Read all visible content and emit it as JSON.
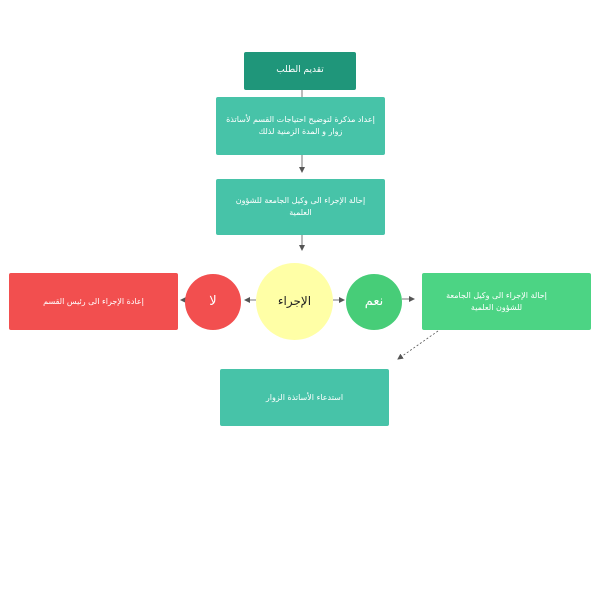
{
  "diagram": {
    "nodes": {
      "submit": {
        "label": "تقديم الطلب",
        "color": "#1f967a"
      },
      "memo": {
        "label": "إعداد مذكرة لتوضيح احتياجات القسم لأساتذة زوار و المدة الزمنية لذلك",
        "color": "#47c3a8"
      },
      "refer": {
        "label": "إحالة الإجراء الى وكيل الجامعة للشؤون العلمية",
        "color": "#47c3a8"
      },
      "decision": {
        "label": "الإجراء",
        "color": "#ffffa6"
      },
      "yes": {
        "label": "نعم",
        "color": "#47cd78"
      },
      "no": {
        "label": "لا",
        "color": "#f24f4f"
      },
      "return": {
        "label": "إعادة الإجراء الى رئيس القسم",
        "color": "#f24f4f"
      },
      "refer2": {
        "label": "إحالة الإجراء الى وكيل الجامعة للشؤون العلمية",
        "color": "#4cd484"
      },
      "invite": {
        "label": "استدعاء الأساتذة الزوار",
        "color": "#47c3a8"
      }
    },
    "edges": [
      {
        "from": "submit",
        "to": "memo"
      },
      {
        "from": "memo",
        "to": "refer"
      },
      {
        "from": "refer",
        "to": "decision"
      },
      {
        "from": "decision",
        "to": "yes"
      },
      {
        "from": "yes",
        "to": "refer2"
      },
      {
        "from": "decision",
        "to": "no"
      },
      {
        "from": "no",
        "to": "return"
      },
      {
        "from": "refer2",
        "to": "invite",
        "style": "dotted"
      }
    ],
    "edge_color": "#555555"
  }
}
